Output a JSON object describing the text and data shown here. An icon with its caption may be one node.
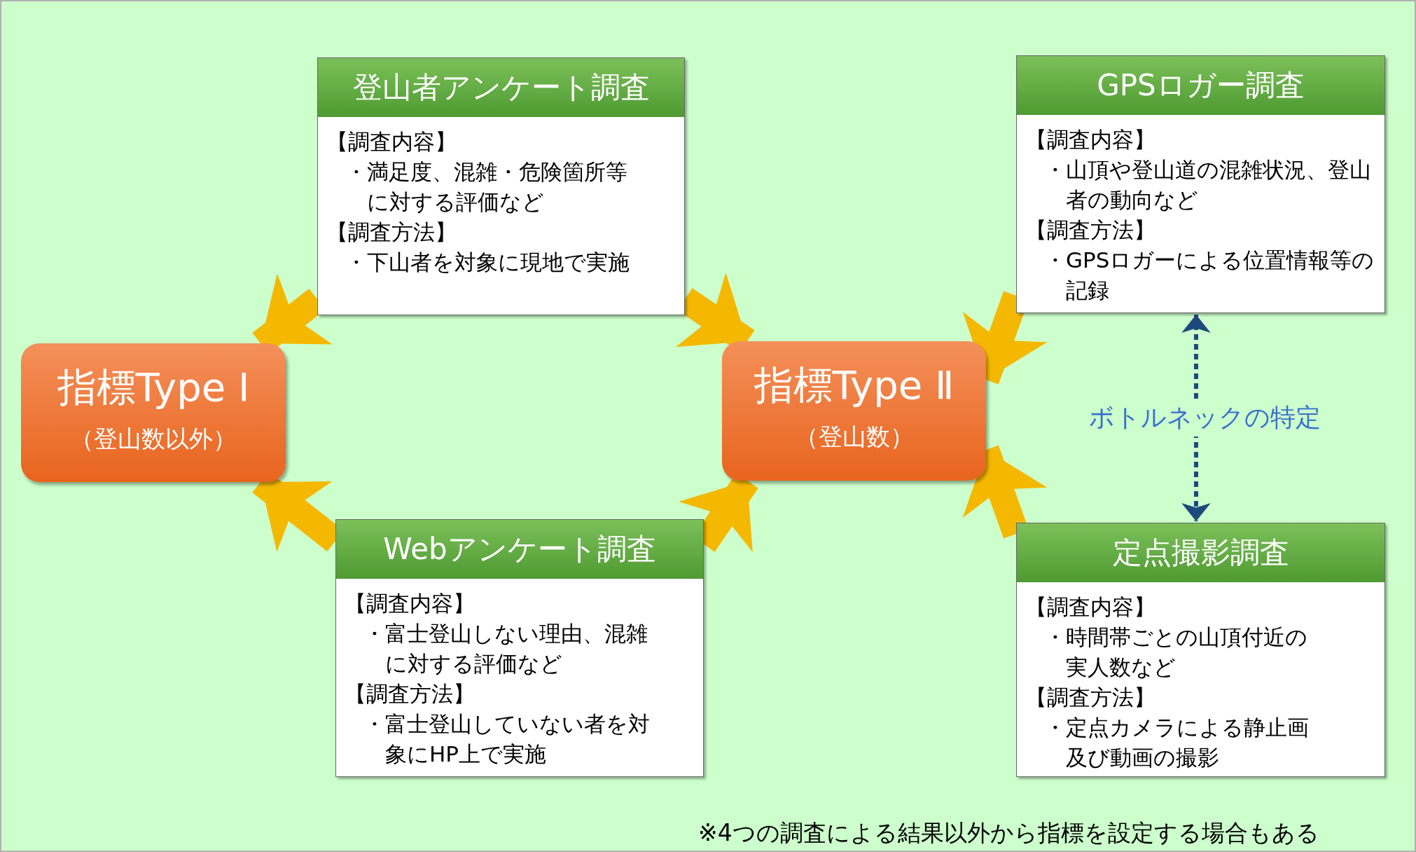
{
  "diagram": {
    "nodes": [
      {
        "text": [
          "指標Type Ⅰ",
          "（登山数以外）"
        ]
      },
      {
        "text": [
          "登山者アンケート調査",
          "【調査内容】",
          "・満足度、混雑・危険箇所等に対する評価など",
          "【調査方法】",
          "・下山者を対象に現地で実施"
        ]
      },
      {
        "text": [
          "Webアンケート調査",
          "【調査内容】",
          "・富士登山しない理由、混雑に対する評価など",
          "【調査方法】",
          "・富士登山していない者を対象にHP上で実施"
        ]
      },
      {
        "text": [
          "指標Type Ⅱ",
          "（登山数）"
        ]
      },
      {
        "text": [
          "GPSロガー調査",
          "【調査内容】",
          "・山頂や登山道の混雑状況、登山者の動向など",
          "【調査方法】",
          "・GPSロガーによる位置情報等の記録"
        ]
      },
      {
        "text": [
          "定点撮影調査",
          "【調査内容】",
          "・時間帯ごとの山頂付近の実人数など",
          "【調査方法】",
          "・定点カメラによる静止画及び動画の撮影"
        ]
      }
    ],
    "edges": [
      {
        "from": 1,
        "to": 0,
        "arrow": "to"
      },
      {
        "from": 2,
        "to": 0,
        "arrow": "to"
      },
      {
        "from": 1,
        "to": 3,
        "arrow": "to"
      },
      {
        "from": 2,
        "to": 3,
        "arrow": "to"
      },
      {
        "from": 4,
        "to": 3,
        "arrow": "to"
      },
      {
        "from": 5,
        "to": 3,
        "arrow": "to"
      },
      {
        "from": 4,
        "to": 5,
        "arrow": "both",
        "label": "ボトルネックの特定",
        "style": "dashed",
        "color": "#1f497d"
      }
    ],
    "labels": [
      "※4つの調査による結果以外から指標を設定する場合もある"
    ]
  }
}
